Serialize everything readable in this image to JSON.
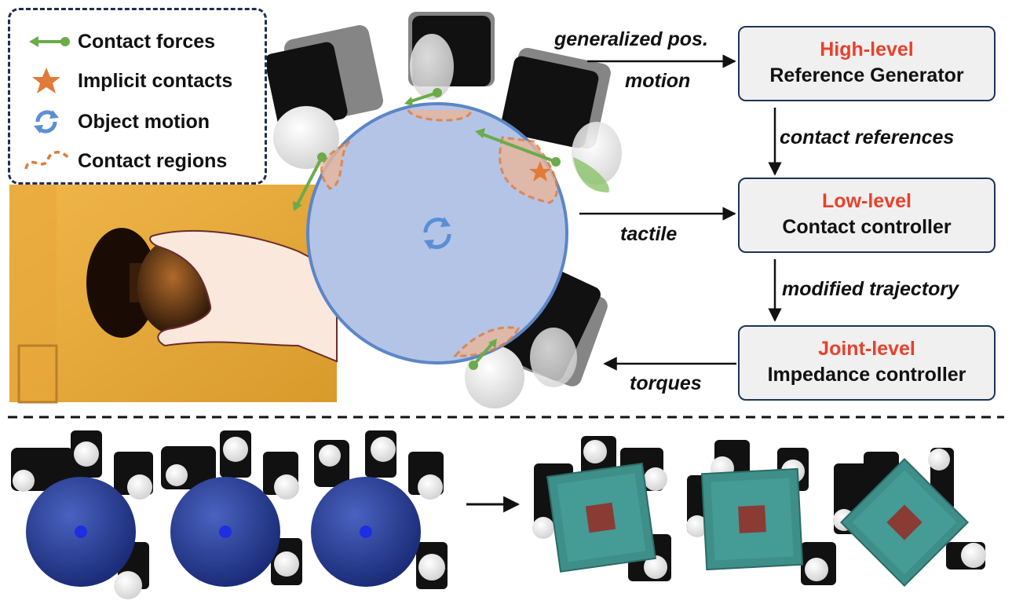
{
  "legend": {
    "items": [
      {
        "label": "Contact forces",
        "icon": "contact-force-arrow-icon"
      },
      {
        "label": "Implicit contacts",
        "icon": "star-icon"
      },
      {
        "label": "Object motion",
        "icon": "rotate-arrows-icon"
      },
      {
        "label": "Contact regions",
        "icon": "dashed-region-icon"
      }
    ]
  },
  "colors": {
    "force": "#6aab4a",
    "star": "#e07b39",
    "motion": "#5a8fd6",
    "region": "#e07b39",
    "object_fill": "#b4c4e6",
    "object_stroke": "#5b86c6",
    "level_text": "#e8412c",
    "box_fill": "#f0f0f0",
    "box_border": "#1f3556",
    "sphere": "#26409a",
    "cube": "#3e8f8a",
    "cube_center": "#8a3b34"
  },
  "hierarchy": {
    "high": {
      "level": "High-level",
      "name": "Reference Generator"
    },
    "low": {
      "level": "Low-level",
      "name": "Contact controller"
    },
    "joint": {
      "level": "Joint-level",
      "name": "Impedance controller"
    }
  },
  "flows": {
    "generalized_pos": "generalized pos.",
    "motion": "motion",
    "contact_references": "contact references",
    "tactile": "tactile",
    "modified_trajectory": "modified trajectory",
    "torques": "torques"
  }
}
